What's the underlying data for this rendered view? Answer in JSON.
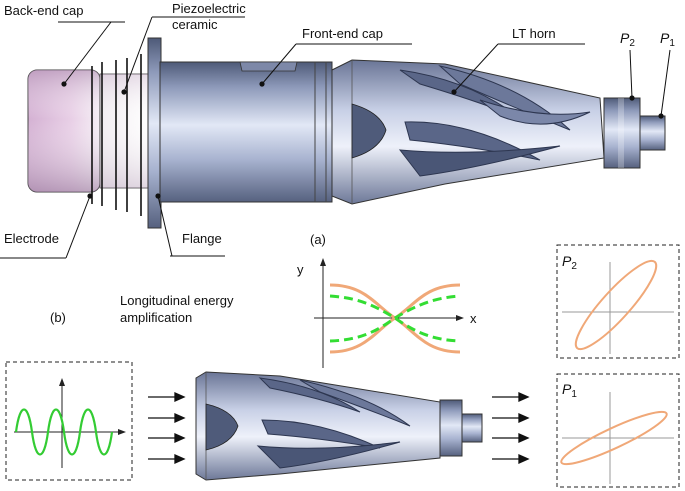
{
  "labels": {
    "back_end_cap": "Back-end  cap",
    "piezo_line1": "Piezoelectric",
    "piezo_line2": "ceramic",
    "front_end_cap": "Front-end  cap",
    "lt_horn": "LT horn",
    "p2": "P",
    "p2_sub": "2",
    "p1": "P",
    "p1_sub": "1",
    "electrode": "Electrode",
    "flange": "Flange",
    "panel_a": "(a)",
    "panel_b": "(b)",
    "amp_line1": "Longitudinal energy",
    "amp_line2": "amplification",
    "axis_y": "y",
    "axis_x": "x",
    "box_p2": "P",
    "box_p2_sub": "2",
    "box_p1": "P",
    "box_p1_sub": "1"
  },
  "colors": {
    "metal_dark": "#5a6684",
    "metal_mid": "#9aa6c6",
    "metal_light": "#dfe5f4",
    "cap_pink": "#d9b8d8",
    "sine_green": "#33cc33",
    "ellipse_orange": "#f0a878",
    "curve_orange": "#f0a878",
    "dash_green": "#33dd33"
  }
}
